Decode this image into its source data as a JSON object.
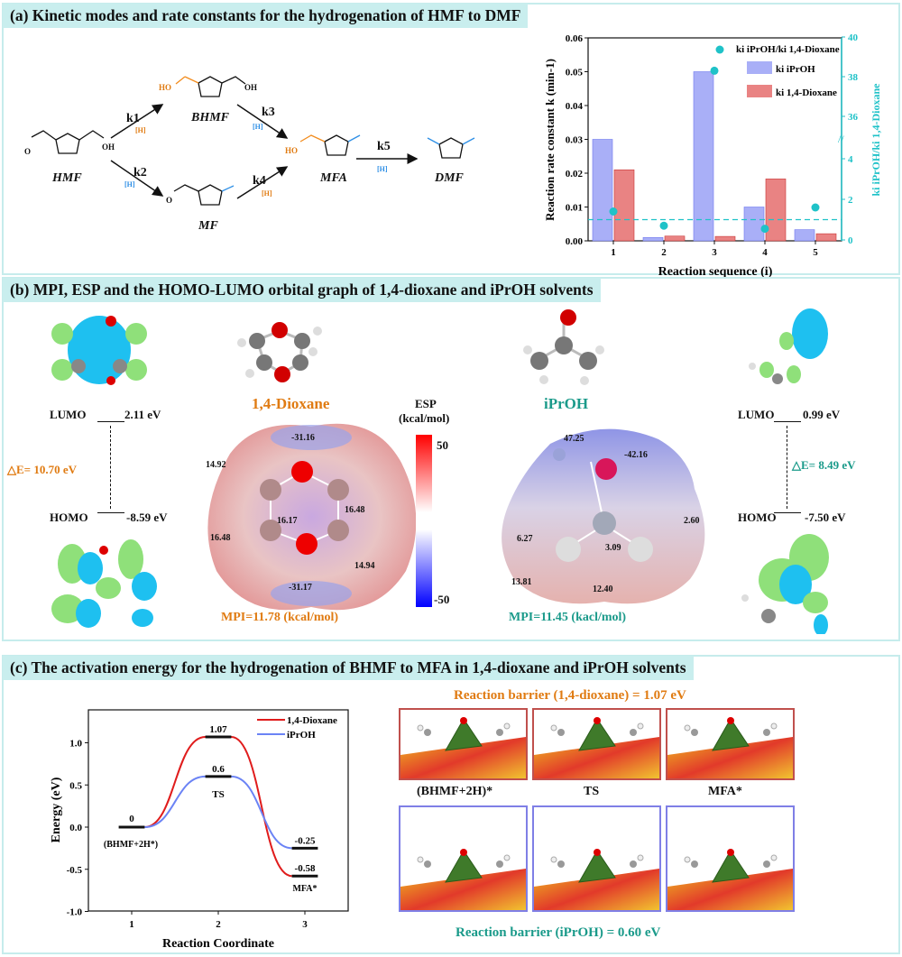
{
  "panel_a": {
    "title": "(a) Kinetic modes and rate constants for the hydrogenation of HMF to DMF",
    "compounds": {
      "hmf": "HMF",
      "bhmf": "BHMF",
      "mf": "MF",
      "mfa": "MFA",
      "dmf": "DMF",
      "oh": "OH",
      "ho": "HO",
      "o": "O"
    },
    "steps": {
      "k1": "k1",
      "k2": "k2",
      "k3": "k3",
      "k4": "k4",
      "k5": "k5",
      "h": "[H]"
    },
    "colors": {
      "orange": "#f28c1e",
      "blue": "#2e8fe6"
    }
  },
  "panel_b": {
    "title": "(b) MPI, ESP and the HOMO-LUMO orbital graph of 1,4-dioxane and iPrOH solvents",
    "dioxane": {
      "name": "1,4-Dioxane",
      "lumo_label": "LUMO",
      "lumo_value": "2.11 eV",
      "homo_label": "HOMO",
      "homo_value": "-8.59 eV",
      "gap": "△E=  10.70 eV",
      "mpi": "MPI=11.78 (kcal/mol)",
      "esp_points": [
        "-31.16",
        "14.92",
        "16.48",
        "16.17",
        "16.48",
        "14.94",
        "-31.17"
      ]
    },
    "iproh": {
      "name": "iPrOH",
      "lumo_label": "LUMO",
      "lumo_value": "0.99 eV",
      "homo_label": "HOMO",
      "homo_value": "-7.50 eV",
      "gap": "△E=  8.49 eV",
      "mpi": "MPI=11.45 (kacl/mol)",
      "esp_points": [
        "47.25",
        "-42.16",
        "2.60",
        "6.27",
        "3.09",
        "13.81",
        "12.40"
      ]
    },
    "colorbar": {
      "title": "ESP",
      "unit": "(kcal/mol)",
      "max": "50",
      "min": "-50",
      "colors": [
        "#ff0000",
        "#ffffff",
        "#0000ff"
      ]
    }
  },
  "panel_c": {
    "title": "(c) The activation energy for the hydrogenation of BHMF to MFA in 1,4-dioxane and iPrOH solvents",
    "barrier_dioxane": "Reaction barrier (1,4-dioxane) = 1.07 eV",
    "barrier_iproh": "Reaction barrier (iPrOH) = 0.60 eV",
    "structure_labels": [
      "(BHMF+2H)*",
      "TS",
      "MFA*"
    ]
  },
  "chart_data": [
    {
      "type": "bar",
      "title": "",
      "xlabel": "Reaction sequence (i)",
      "ylabel": "Reaction rate constant k (min-1)",
      "y2label": "ki iPrOH/ki 1,4-Dioxane",
      "categories": [
        "1",
        "2",
        "3",
        "4",
        "5"
      ],
      "ylim": [
        0,
        0.06
      ],
      "yticks": [
        "0.00",
        "0.01",
        "0.02",
        "0.03",
        "0.04",
        "0.05",
        "0.06"
      ],
      "y2_ticks_lower": [
        "0",
        "2",
        "4"
      ],
      "y2_ticks_upper": [
        "36",
        "38",
        "40"
      ],
      "series": [
        {
          "name": "ki iPrOH",
          "kind": "bar",
          "color": "#7b83f0",
          "values": [
            0.03,
            0.001,
            0.05,
            0.01,
            0.0033
          ]
        },
        {
          "name": "ki 1,4-Dioxane",
          "kind": "bar",
          "color": "#d94a4a",
          "values": [
            0.021,
            0.0014,
            0.0013,
            0.0183,
            0.0021
          ]
        },
        {
          "name": "ki iPrOH/ki 1,4-Dioxane",
          "kind": "scatter",
          "axis": "right",
          "color": "#1fc2c8",
          "values": [
            1.4,
            0.7,
            38.3,
            0.55,
            1.6
          ]
        }
      ],
      "reference_line": 1,
      "legend": [
        "ki iPrOH/ki 1,4-Dioxane",
        "ki iPrOH",
        "ki 1,4-Dioxane"
      ],
      "legend_placement": "top-right"
    },
    {
      "type": "line",
      "title": "",
      "xlabel": "Reaction Coordinate",
      "ylabel": "Energy (eV)",
      "xticks": [
        "1",
        "2",
        "3"
      ],
      "ylim": [
        -1.0,
        1.38
      ],
      "yticks": [
        "-1.0",
        "-0.5",
        "0.0",
        "0.5",
        "1.0"
      ],
      "series": [
        {
          "name": "1,4-Dioxane",
          "color": "#e01c1c",
          "values": [
            0,
            1.07,
            -0.58
          ]
        },
        {
          "name": "iPrOH",
          "color": "#6b83f5",
          "values": [
            0,
            0.6,
            -0.25
          ]
        }
      ],
      "annotations": {
        "state1": "(BHMF+2H*)",
        "state2": "TS",
        "state3": "MFA*",
        "e0": "0",
        "ts_dioxane": "1.07",
        "ts_iproh": "0.6",
        "end_iproh": "-0.25",
        "end_dioxane": "-0.58"
      },
      "legend_placement": "top-right"
    }
  ]
}
